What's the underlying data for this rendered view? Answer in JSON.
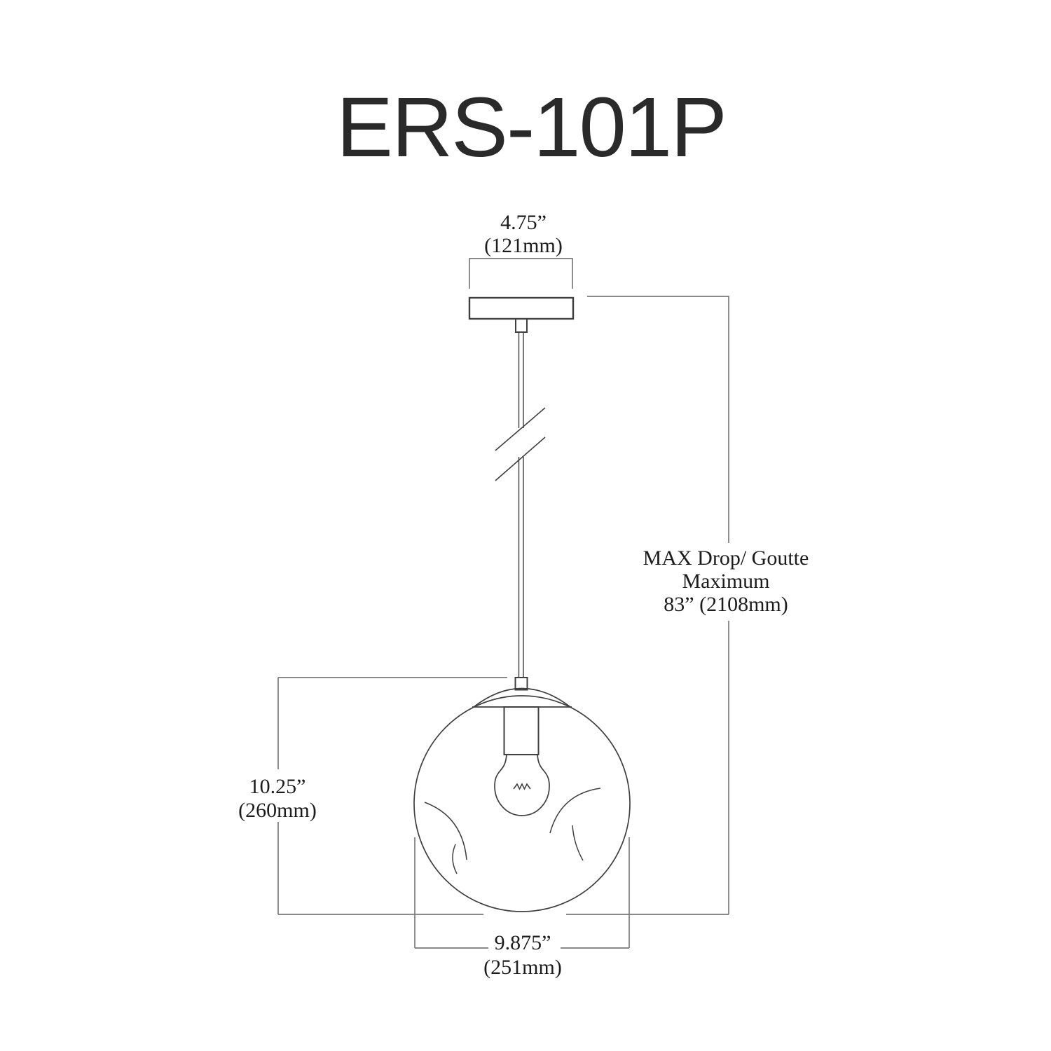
{
  "title": "ERS-101P",
  "dimensions": {
    "canopy_width": {
      "inches": "4.75”",
      "mm": "(121mm)"
    },
    "globe_height": {
      "inches": "10.25”",
      "mm": "(260mm)"
    },
    "globe_width": {
      "inches": "9.875”",
      "mm": "(251mm)"
    },
    "max_drop": {
      "lines": [
        "MAX Drop/ Goutte",
        "Maximum",
        "83” (2108mm)"
      ]
    }
  },
  "colors": {
    "background": "#ffffff",
    "fixture_line": "#3f3f3f",
    "dimension_line": "#7a7a7a",
    "text": "#1c1c1c",
    "title_text": "#2a2a2a"
  }
}
